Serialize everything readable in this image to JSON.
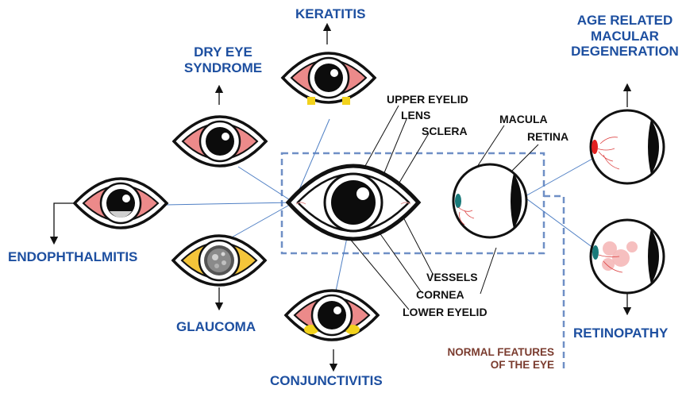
{
  "diseases": {
    "keratitis": "KERATITIS",
    "dry_eye_line1": "DRY EYE",
    "dry_eye_line2": "SYNDROME",
    "endophthalmitis": "ENDOPHTHALMITIS",
    "glaucoma": "GLAUCOMA",
    "conjunctivitis": "CONJUNCTIVITIS",
    "amd_line1": "AGE RELATED",
    "amd_line2": "MACULAR",
    "amd_line3": "DEGENERATION",
    "retinopathy": "RETINOPATHY"
  },
  "parts": {
    "upper_eyelid": "UPPER EYELID",
    "lens": "LENS",
    "sclera": "SCLERA",
    "macula": "MACULA",
    "retina": "RETINA",
    "vessels": "VESSELS",
    "cornea": "CORNEA",
    "lower_eyelid": "LOWER EYELID"
  },
  "normal_features_line1": "NORMAL FEATURES",
  "normal_features_line2": "OF THE EYE",
  "colors": {
    "disease_label": "#1d4fa0",
    "normal_label": "#7a3b2e",
    "sclera_red": "#ec8a8a",
    "glaucoma_yellow": "#f4c53a",
    "connector_line": "#4f7fc4",
    "dashed_box": "#6f8fc6"
  },
  "icons": [
    "eye-icon",
    "eyeball-cross-section-icon",
    "arrow-icon"
  ]
}
